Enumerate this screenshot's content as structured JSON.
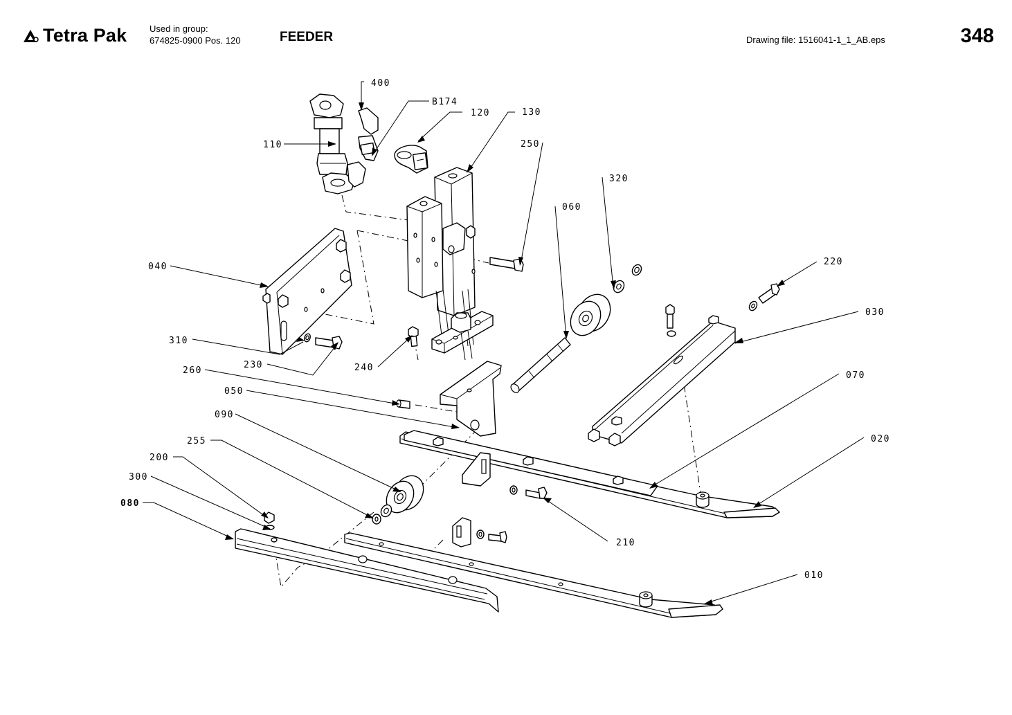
{
  "header": {
    "brand": "Tetra Pak",
    "used_in_group_label": "Used in group:",
    "used_in_group_value": "674825-0900 Pos. 120",
    "title": "FEEDER",
    "drawing_file": "Drawing file:  1516041-1_1_AB.eps",
    "page_number": "348"
  },
  "callouts": {
    "p400": "400",
    "b174": "B174",
    "p120": "120",
    "p130": "130",
    "p110": "110",
    "p250": "250",
    "p320": "320",
    "p060": "060",
    "p220": "220",
    "p040": "040",
    "p030": "030",
    "p310": "310",
    "p230": "230",
    "p240": "240",
    "p260": "260",
    "p050": "050",
    "p070": "070",
    "p090": "090",
    "p020": "020",
    "p255": "255",
    "p200": "200",
    "p300": "300",
    "p080": "080",
    "p210": "210",
    "p010": "010"
  }
}
